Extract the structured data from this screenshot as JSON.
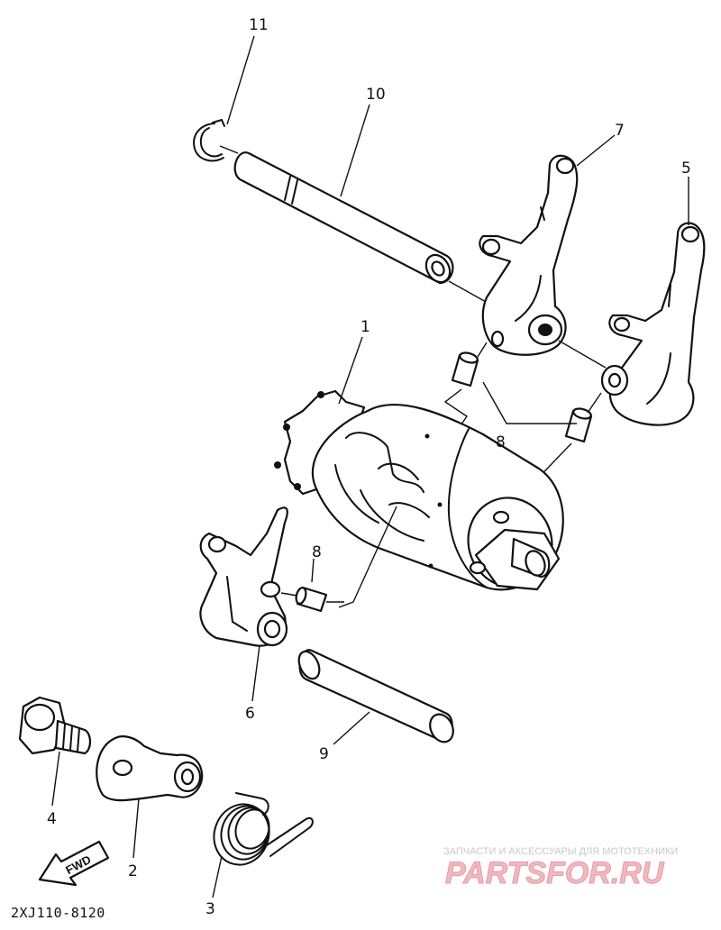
{
  "diagram": {
    "callouts": {
      "c1": "1",
      "c2": "2",
      "c3": "3",
      "c4": "4",
      "c5": "5",
      "c6": "6",
      "c7": "7",
      "c8a": "8",
      "c8b": "8",
      "c9": "9",
      "c10": "10",
      "c11": "11"
    },
    "fwd_label": "FWD",
    "drawing_code": "2XJ110-8120"
  },
  "watermark": {
    "tagline": "ЗАПЧАСТИ И АКСЕССУАРЫ ДЛЯ МОТОТЕХНИКИ",
    "brand": "PARTSFOR.RU"
  }
}
